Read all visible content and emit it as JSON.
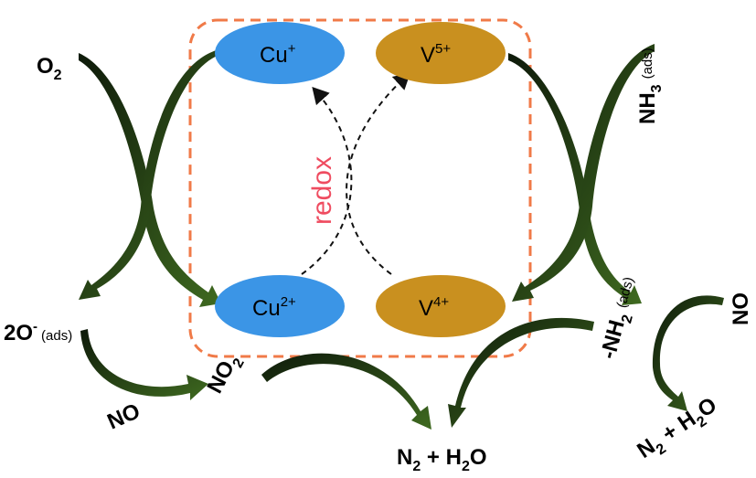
{
  "nodes": {
    "cu_plus": {
      "base": "Cu",
      "sup": "+",
      "color": "#3b95e6"
    },
    "v5": {
      "base": "V",
      "sup": "5+",
      "color": "#c9901f"
    },
    "cu2": {
      "base": "Cu",
      "sup": "2+",
      "color": "#3b95e6"
    },
    "v4": {
      "base": "V",
      "sup": "4+",
      "color": "#c9901f"
    }
  },
  "center_label": "redox",
  "species": {
    "o2": {
      "base": "O",
      "sub": "2"
    },
    "nh3": {
      "base": "NH",
      "sub": "3",
      "extra": "(ads)"
    },
    "o_ads": {
      "base": "2O",
      "sup": "-",
      "extra": "(ads)"
    },
    "nh2": {
      "base": "-NH",
      "sub": "2",
      "extra": "(ads)"
    },
    "no_left": "NO",
    "no2": {
      "base": "NO",
      "sub": "2"
    },
    "no_right": "NO",
    "n2h2o_center": {
      "n": "N",
      "n_sub": "2",
      "mid": " + H",
      "h_sub": "2",
      "tail": "O"
    },
    "n2h2o_right": {
      "n": "N",
      "n_sub": "2",
      "mid": " + H",
      "h_sub": "2",
      "tail": "O"
    }
  },
  "colors": {
    "arrow": "#1f3818",
    "arrow_highlight": "#3f6a20",
    "dashed_box": "#f07a48",
    "redox_text": "#ef4c60"
  }
}
